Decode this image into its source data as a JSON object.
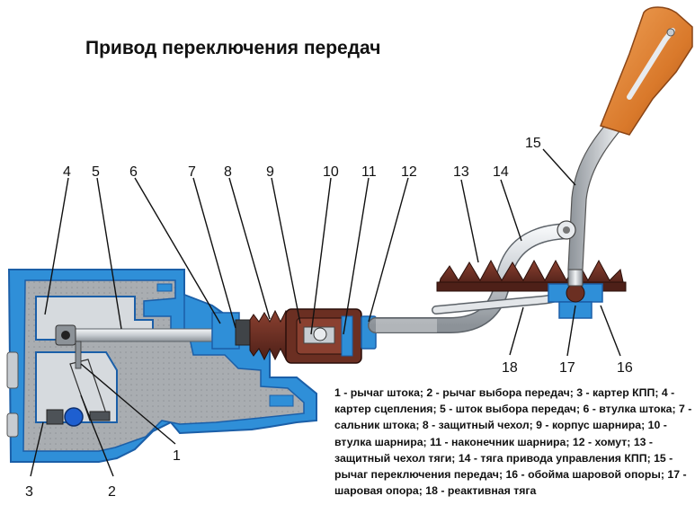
{
  "title": "Привод переключения передач",
  "caption": "1 - рычаг штока; 2 - рычаг выбора передач; 3 - картер КПП; 4 - картер сцепления; 5 - шток выбора передач; 6 - втулка штока; 7 - сальник штока; 8 - защитный чехол; 9 - корпус шарнира; 10 - втулка шарнира; 11 - наконечник шарнира; 12 - хомут; 13 - защитный чехол тяги; 14 - тяга привода управления КПП; 15 - рычаг переключения передач; 16 - обойма шаровой опоры; 17 - шаровая опора; 18 - реактивная тяга",
  "callouts": [
    "1",
    "2",
    "3",
    "4",
    "5",
    "6",
    "7",
    "8",
    "9",
    "10",
    "11",
    "12",
    "13",
    "14",
    "15",
    "16",
    "17",
    "18"
  ],
  "colors": {
    "housing_blue": "#2f8fd8",
    "housing_outline": "#1b5fa8",
    "housing_gray": "#a9adb1",
    "boot_brown": "#6b2f22",
    "handle_orange": "#d9792b",
    "rod_silver": "#c7ccd1",
    "leader_line": "#111111"
  }
}
